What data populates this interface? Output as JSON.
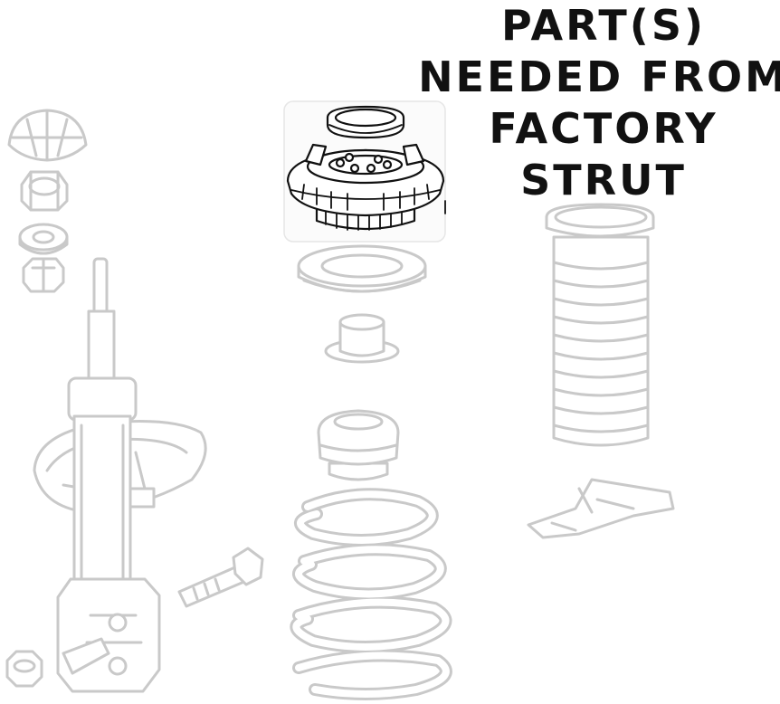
{
  "callout": {
    "lines": [
      "PART(S)",
      "NEEDED  FROM",
      "FACTORY",
      "STRUT"
    ]
  },
  "colors": {
    "highlight_ink": "#111111",
    "ghost_ink": "#c9c9c9",
    "background": "#ffffff"
  },
  "parts": [
    {
      "id": "top-cap",
      "highlighted": false
    },
    {
      "id": "lock-nut",
      "highlighted": false
    },
    {
      "id": "washer",
      "highlighted": false
    },
    {
      "id": "hex-nut",
      "highlighted": false
    },
    {
      "id": "strut-assembly",
      "highlighted": false
    },
    {
      "id": "mount-seal-ring",
      "highlighted": true
    },
    {
      "id": "upper-strut-mount",
      "highlighted": true
    },
    {
      "id": "mount-bearing",
      "highlighted": false
    },
    {
      "id": "bushing",
      "highlighted": false
    },
    {
      "id": "bump-stop",
      "highlighted": false
    },
    {
      "id": "coil-spring",
      "highlighted": false
    },
    {
      "id": "dust-boot",
      "highlighted": false
    },
    {
      "id": "lower-spring-isolator",
      "highlighted": false
    },
    {
      "id": "mounting-bolt",
      "highlighted": false
    },
    {
      "id": "flange-nut",
      "highlighted": false
    }
  ]
}
